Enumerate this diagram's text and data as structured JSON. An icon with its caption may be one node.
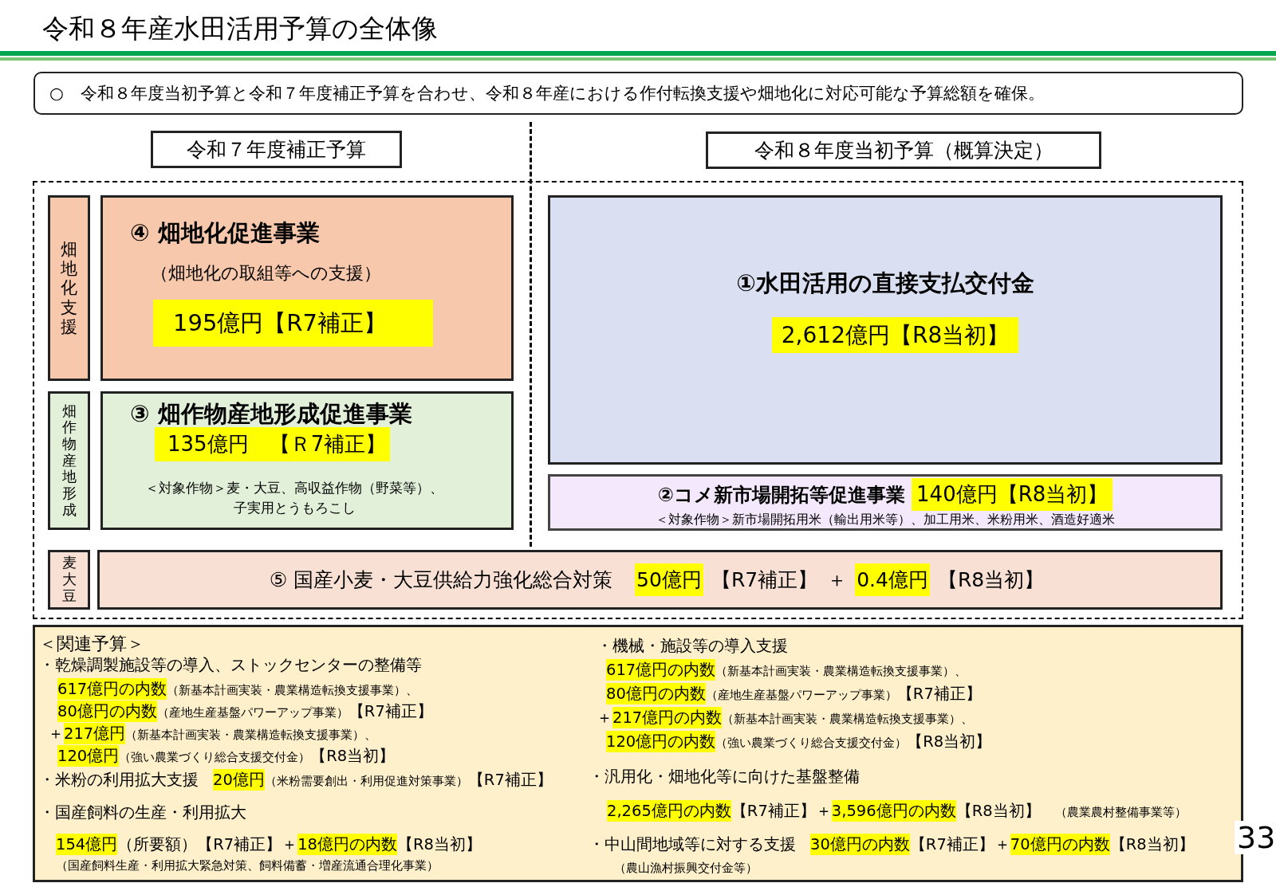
{
  "diagram": {
    "title": "令和８年産水田活用予算の全体像",
    "nodes": [
      {
        "text": [
          "○　令和８年度当初予算と令和７年度補正予算を合わせ、令和８年産における作付転換支援や畑地化に対応可能な予算総額を確保。"
        ]
      },
      {
        "text": [
          "令和７年度補正予算"
        ]
      },
      {
        "text": [
          "令和８年度当初予算（概算決定）"
        ]
      },
      {
        "text": [
          "畑地化支援"
        ]
      },
      {
        "text": [
          "④ 畑地化促進事業",
          "（畑地化の取組等への支援）",
          "195億円【R7補正】"
        ]
      },
      {
        "text": [
          "畑作物産地形成"
        ]
      },
      {
        "text": [
          "③ 畑作物産地形成促進事業",
          "135億円　【Ｒ7補正】",
          "＜対象作物＞麦・大豆、高収益作物（野菜等）、子実用とうもろこし"
        ]
      },
      {
        "text": [
          "①水田活用の直接支払交付金",
          "2,612億円【R8当初】"
        ]
      },
      {
        "text": [
          "②コメ新市場開拓等促進事業",
          "140億円【R8当初】",
          "＜対象作物＞新市場開拓用米（輸出用米等）、加工用米、米粉用米、酒造好適米"
        ]
      },
      {
        "text": [
          "麦大豆"
        ]
      },
      {
        "text": [
          "⑤ 国産小麦・大豆供給力強化総合対策",
          "50億円",
          "【R7補正】",
          "＋",
          "0.4億円",
          "【R8当初】"
        ]
      },
      {
        "text": [
          "＜関連予算＞",
          "・乾燥調製施設等の導入、ストックセンターの整備等",
          "617億円の内数",
          "（新基本計画実装・農業構造転換支援事業）、",
          "80億円の内数",
          "（産地生産基盤パワーアップ事業）",
          "【R7補正】",
          "＋",
          "217億円",
          "（新基本計画実装・農業構造転換支援事業）、",
          "120億円",
          "（強い農業づくり総合支援交付金）",
          "【R8当初】",
          "・米粉の利用拡大支援",
          "20億円",
          "（米粉需要創出・利用促進対策事業）",
          "【R7補正】",
          "・国産飼料の生産・利用拡大",
          "154億円",
          "（所要額）【R7補正】＋",
          "18億円の内数",
          "【R8当初】",
          "（国産飼料生産・利用拡大緊急対策、飼料備蓄・増産流通合理化事業）",
          "・機械・施設等の導入支援",
          "617億円の内数",
          "（新基本計画実装・農業構造転換支援事業）、",
          "80億円の内数",
          "（産地生産基盤パワーアップ事業）",
          "【R7補正】",
          "＋",
          "217億円の内数",
          "（新基本計画実装・農業構造転換支援事業）、",
          "120億円の内数",
          "（強い農業づくり総合支援交付金）",
          "【R8当初】",
          "・汎用化・畑地化等に向けた基盤整備",
          "2,265億円の内数",
          "【R7補正】＋",
          "3,596億円の内数",
          "【R8当初】",
          "（農業農村整備事業等）",
          "・中山間地域等に対する支援",
          "30億円の内数",
          "【R7補正】＋",
          "70億円の内数",
          "【R8当初】",
          "（農山漁村振興交付金等）"
        ]
      }
    ],
    "labels": [
      "33"
    ]
  }
}
